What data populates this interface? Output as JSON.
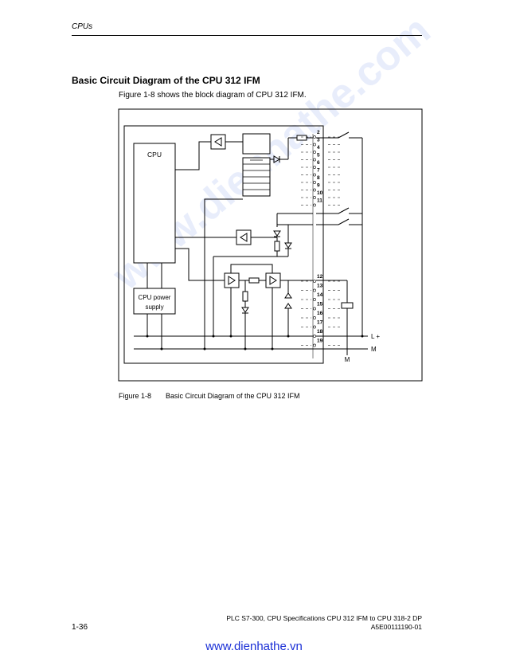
{
  "header": {
    "section": "CPUs"
  },
  "section_title": "Basic Circuit Diagram of the CPU 312 IFM",
  "intro_text": "Figure 1-8 shows the block diagram of CPU 312 IFM.",
  "diagram": {
    "cpu_label": "CPU",
    "psu_label_line1": "CPU power",
    "psu_label_line2": "supply",
    "terminals": [
      "2",
      "3",
      "4",
      "5",
      "6",
      "7",
      "8",
      "9",
      "10",
      "11",
      "12",
      "13",
      "14",
      "15",
      "16",
      "17",
      "18",
      "19"
    ],
    "rail_plus": "L +",
    "rail_m": "M",
    "m_label": "M"
  },
  "figure": {
    "number": "Figure 1-8",
    "caption": "Basic Circuit Diagram of the CPU 312 IFM"
  },
  "footer": {
    "page_number": "1-36",
    "line1": "PLC S7-300, CPU Specifications CPU 312 IFM to CPU 318-2 DP",
    "line2": "A5E00111190-01",
    "url": "www.dienhathe.vn"
  },
  "watermark": "www.dienhathe.com"
}
